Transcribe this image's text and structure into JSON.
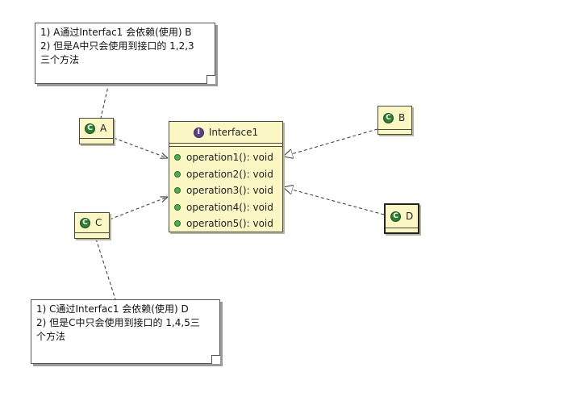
{
  "notes": {
    "top": {
      "lines": [
        "1) A通过Interfac1 会依赖(使用) B",
        "2) 但是A中只会使用到接口的 1,2,3",
        "三个方法"
      ]
    },
    "bottom": {
      "lines": [
        "1) C通过Interfac1 会依赖(使用) D",
        "2) 但是C中只会使用到接口的 1,4,5三",
        "个方法"
      ]
    }
  },
  "interface": {
    "stereotype_letter": "I",
    "name": "Interface1",
    "operations": [
      "operation1(): void",
      "operation2(): void",
      "operation3(): void",
      "operation4(): void",
      "operation5(): void"
    ]
  },
  "classes": {
    "A": {
      "letter": "C",
      "name": "A"
    },
    "B": {
      "letter": "C",
      "name": "B"
    },
    "C": {
      "letter": "C",
      "name": "C"
    },
    "D": {
      "letter": "C",
      "name": "D"
    }
  },
  "colors": {
    "class_fill": "#fbf7c5",
    "class_icon": "#2e7d32",
    "interface_icon": "#5b3f8c",
    "operation_dot": "#4caf50"
  }
}
